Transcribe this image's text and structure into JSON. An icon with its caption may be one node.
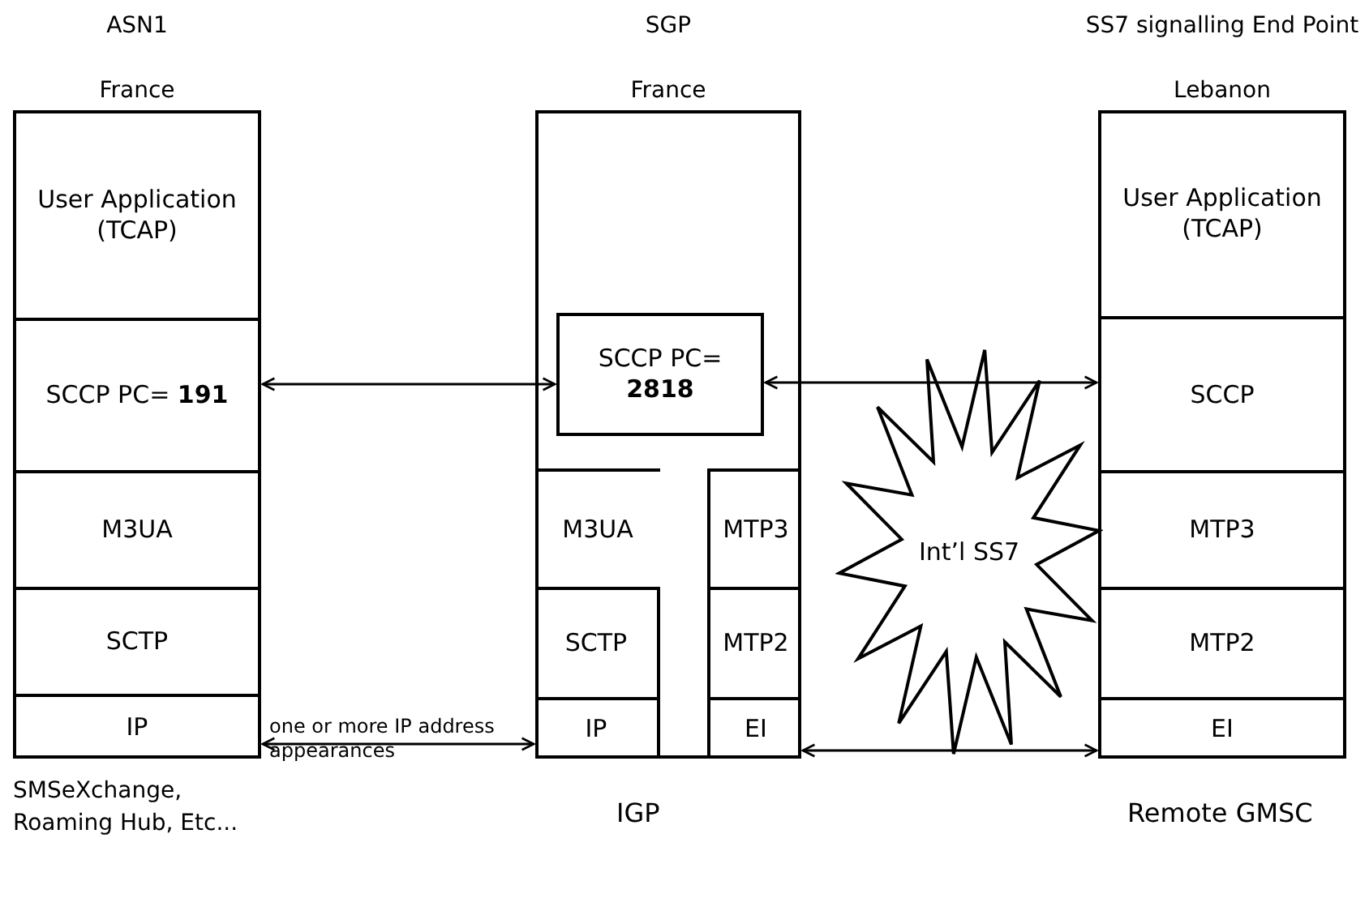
{
  "diagram": {
    "nodes": [
      {
        "text": [
          "ASN1",
          "France"
        ],
        "beside": [
          "SMSeXchange, Roaming Hub, Etc..."
        ]
      },
      {
        "text": [
          "User Application (TCAP)"
        ],
        "in": 0
      },
      {
        "text": [
          "SCCP PC= **191**"
        ],
        "in": 0
      },
      {
        "text": [
          "M3UA"
        ],
        "in": 0
      },
      {
        "text": [
          "SCTP"
        ],
        "in": 0
      },
      {
        "text": [
          "IP"
        ],
        "in": 0
      },
      {
        "text": [
          "SGP",
          "France"
        ],
        "beside": [
          "IGP"
        ]
      },
      {
        "text": [
          "SCCP PC= **2818**"
        ],
        "in": 6
      },
      {
        "text": [
          "M3UA"
        ],
        "in": 6
      },
      {
        "text": [
          "MTP3"
        ],
        "in": 6
      },
      {
        "text": [
          "SCTP"
        ],
        "in": 6
      },
      {
        "text": [
          "MTP2"
        ],
        "in": 6
      },
      {
        "text": [
          "IP"
        ],
        "in": 6
      },
      {
        "text": [
          "EI"
        ],
        "in": 6
      },
      {
        "text": [
          "SS7 signalling End Point",
          "Lebanon"
        ],
        "beside": [
          "Remote GMSC"
        ]
      },
      {
        "text": [
          "User Application (TCAP)"
        ],
        "in": 14
      },
      {
        "text": [
          "SCCP"
        ],
        "in": 14
      },
      {
        "text": [
          "MTP3"
        ],
        "in": 14
      },
      {
        "text": [
          "MTP2"
        ],
        "in": 14
      },
      {
        "text": [
          "EI"
        ],
        "in": 14
      },
      {
        "text": [
          "Int’l SS7"
        ]
      }
    ],
    "edges": [
      {
        "from": 2,
        "to": 7,
        "arrow": "both"
      },
      {
        "from": 7,
        "to": 16,
        "arrow": "both"
      },
      {
        "from": 5,
        "to": 12,
        "arrow": "both",
        "label": "one or more IP address appearances"
      },
      {
        "from": 13,
        "to": 19,
        "arrow": "both"
      }
    ]
  }
}
